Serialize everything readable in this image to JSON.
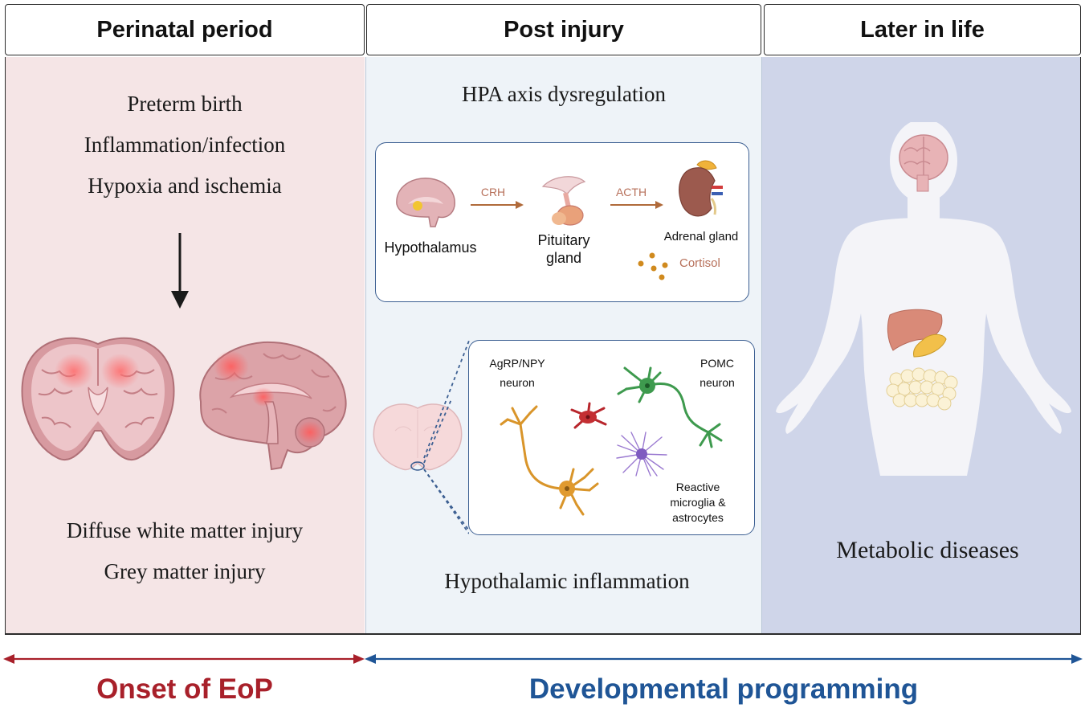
{
  "headers": {
    "perinatal": "Perinatal period",
    "post_injury": "Post injury",
    "later_life": "Later in life"
  },
  "perinatal": {
    "causes": [
      "Preterm birth",
      "Inflammation/infection",
      "Hypoxia and ischemia"
    ],
    "injuries": [
      "Diffuse white matter injury",
      "Grey matter injury"
    ]
  },
  "post_injury": {
    "hpa_title": "HPA axis dysregulation",
    "crh": "CRH",
    "acth": "ACTH",
    "hypothalamus": "Hypothalamus",
    "pituitary_line1": "Pituitary",
    "pituitary_line2": "gland",
    "adrenal": "Adrenal gland",
    "cortisol": "Cortisol",
    "agrp_line1": "AgRP/NPY",
    "agrp_line2": "neuron",
    "pomc_line1": "POMC",
    "pomc_line2": "neuron",
    "glia_line1": "Reactive",
    "glia_line2": "microglia &",
    "glia_line3": "astrocytes",
    "inflammation_title": "Hypothalamic inflammation"
  },
  "later_life": {
    "disease": "Metabolic diseases"
  },
  "timeline": {
    "onset": "Onset of EoP",
    "programming": "Developmental programming"
  },
  "colors": {
    "perinatal_bg": "#f5e5e6",
    "post_bg": "#eef3f8",
    "later_bg": "#cfd5e9",
    "onset_red": "#a8202a",
    "programming_blue": "#1f5596",
    "cortisol_orange": "#d08a1e"
  }
}
